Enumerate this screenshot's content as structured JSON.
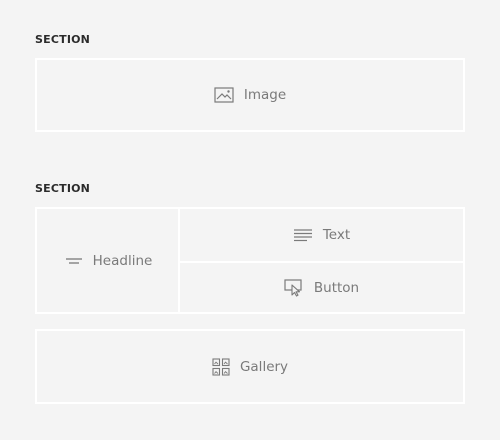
{
  "sections": [
    {
      "label": "SECTION",
      "image": {
        "label": "Image",
        "icon": "image-icon"
      }
    },
    {
      "label": "SECTION",
      "headline": {
        "label": "Headline",
        "icon": "headline-icon"
      },
      "text": {
        "label": "Text",
        "icon": "text-lines-icon"
      },
      "button": {
        "label": "Button",
        "icon": "cursor-click-icon"
      },
      "gallery": {
        "label": "Gallery",
        "icon": "gallery-grid-icon"
      }
    }
  ],
  "colors": {
    "background": "#f4f4f4",
    "border": "#ffffff",
    "label": "#7a7a7a",
    "heading": "#2b2b2b"
  }
}
